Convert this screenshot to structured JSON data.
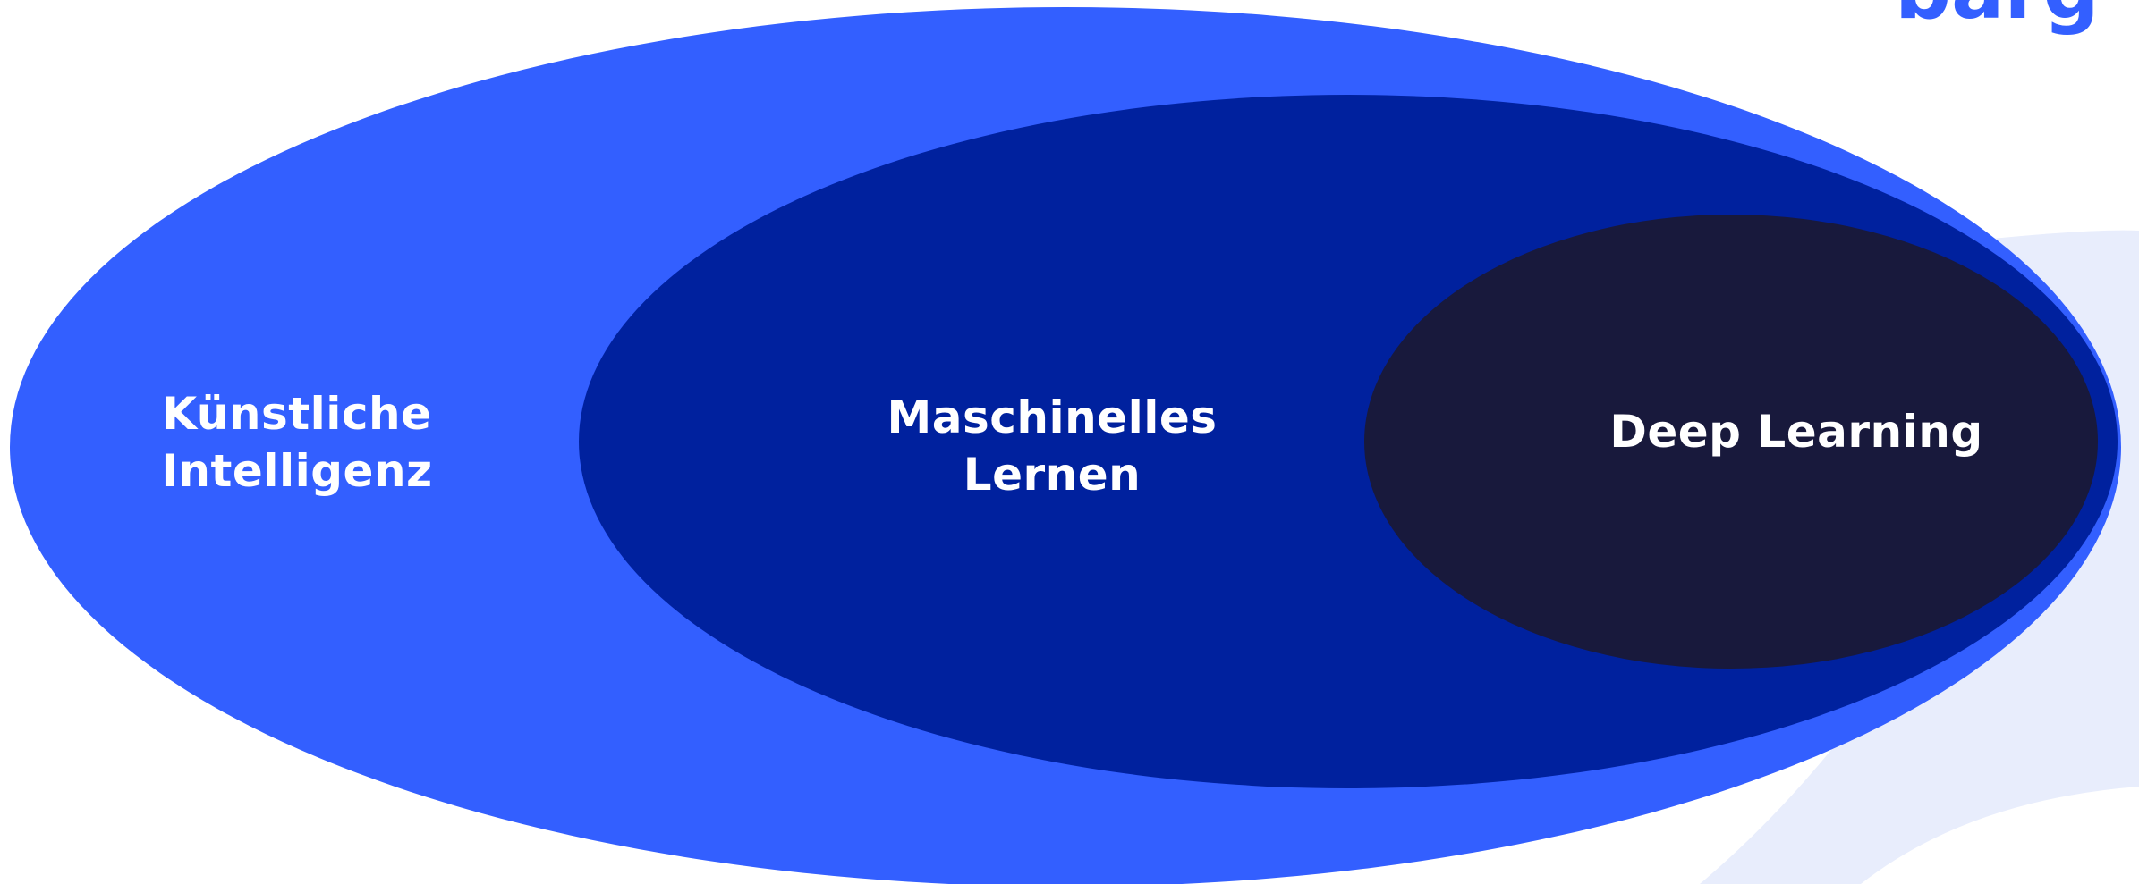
{
  "colors": {
    "background": "#ffffff",
    "decoration": "#E8EDFC",
    "outer_ellipse": "#335FFF",
    "middle_ellipse": "#00219E",
    "inner_ellipse": "#18193C",
    "label_text": "#ffffff",
    "logo": "#335FFF"
  },
  "diagram": {
    "outer": {
      "label_line1": "Künstliche",
      "label_line2": "Intelligenz"
    },
    "middle": {
      "label_line1": "Maschinelles",
      "label_line2": "Lernen"
    },
    "inner": {
      "label": "Deep Learning"
    }
  },
  "logo": {
    "text": "barg"
  }
}
